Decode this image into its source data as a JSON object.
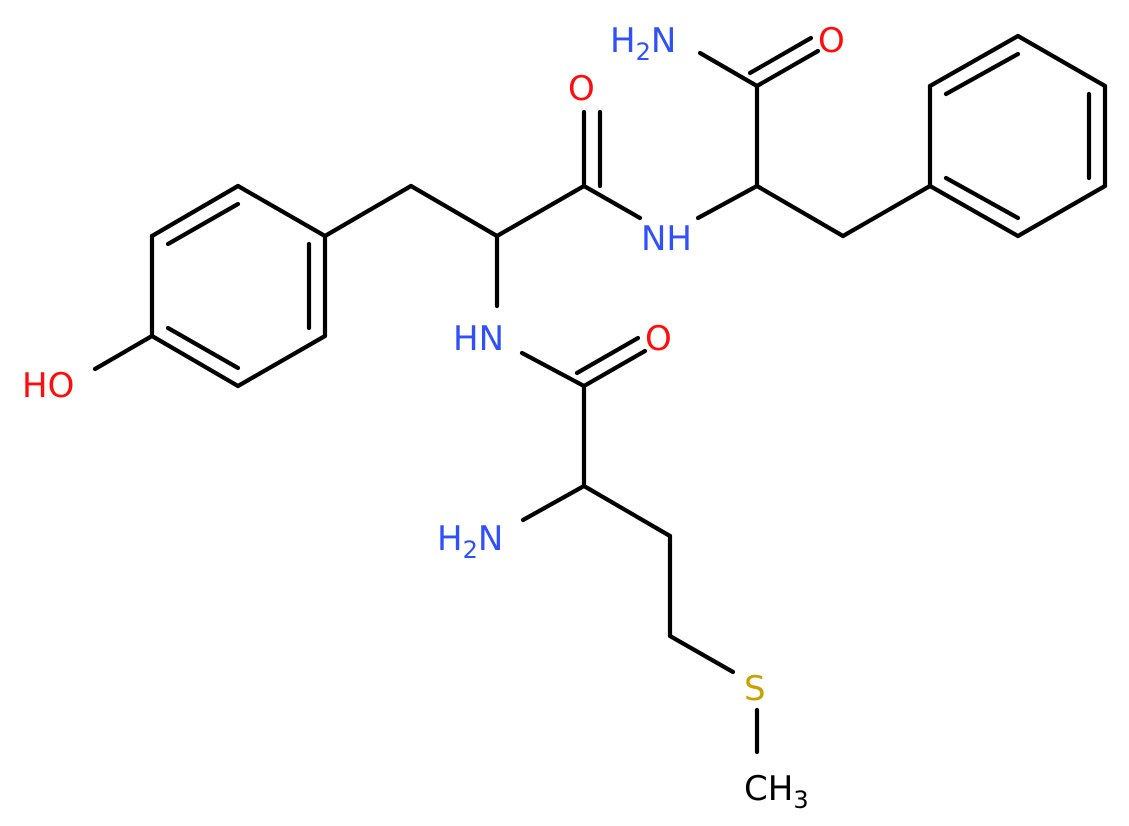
{
  "colors": {
    "background": "#ffffff",
    "bond": "#000000",
    "nitrogen": "#3050F8",
    "oxygen": "#FF0D0D",
    "sulfur": "#C8A200"
  },
  "labels": {
    "hydroxyl": {
      "text": "HO",
      "element": "O"
    },
    "amide_terminal_n": {
      "main": "H",
      "sub": "2",
      "tail": "N",
      "element": "N"
    },
    "amide_terminal_o": {
      "text": "O",
      "element": "O"
    },
    "carbonyl_tyr_o": {
      "text": "O",
      "element": "O"
    },
    "amide_nh_phe": {
      "text": "NH",
      "element": "N"
    },
    "amide_nh_tyr": {
      "text": "HN",
      "element": "N"
    },
    "carbonyl_met_o": {
      "text": "O",
      "element": "O"
    },
    "amine_n": {
      "main": "H",
      "sub": "2",
      "tail": "N",
      "element": "N"
    },
    "sulfur": {
      "text": "S",
      "element": "S"
    },
    "methyl": {
      "main": "CH",
      "sub": "3",
      "element": "C"
    }
  }
}
